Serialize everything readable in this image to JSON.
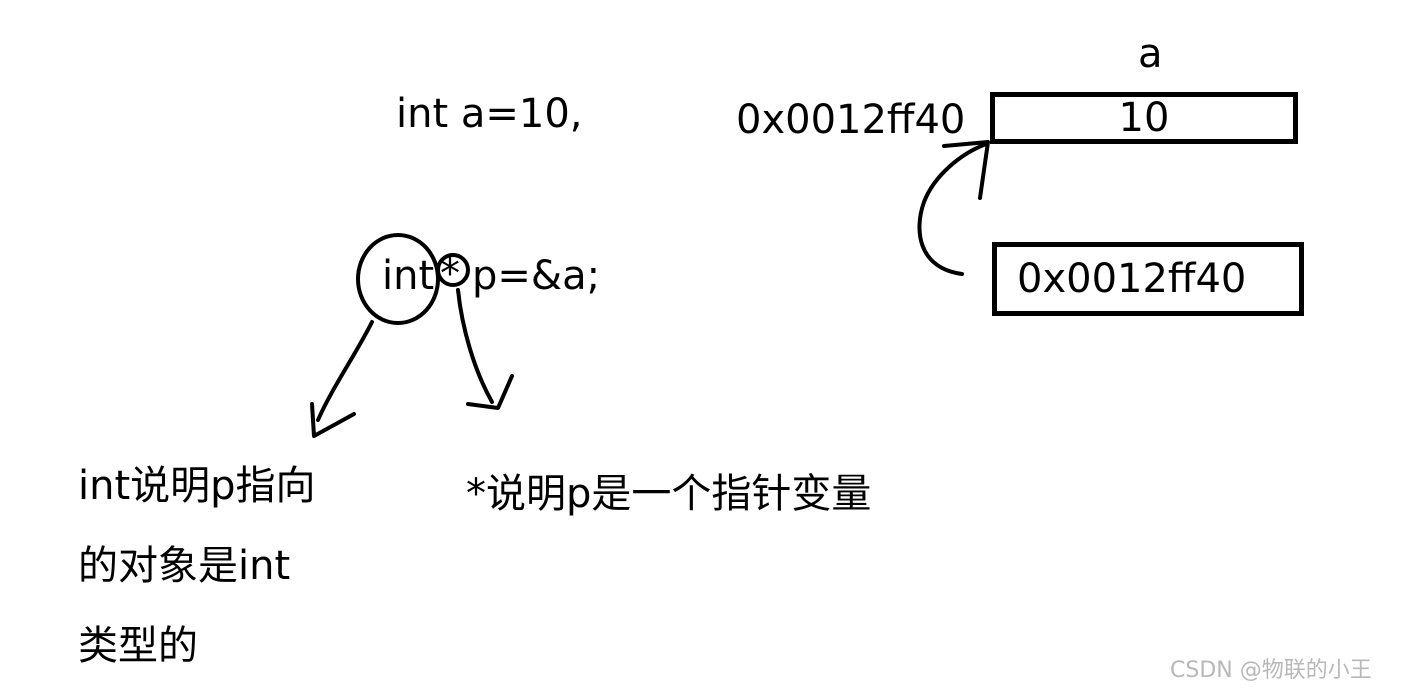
{
  "code": {
    "line1": "int a=10,",
    "line2_type": "int",
    "line2_star": "*",
    "line2_rest": "p=&a;"
  },
  "memory": {
    "var_label": "a",
    "address_label": "0x0012ff40",
    "box_a_value": "10",
    "box_p_value": "0x0012ff40"
  },
  "notes": {
    "int_note_lines": [
      "int说明p指向",
      "的对象是int",
      "类型的"
    ],
    "star_note": "*说明p是一个指针变量"
  },
  "watermark": "CSDN @物联的小王"
}
